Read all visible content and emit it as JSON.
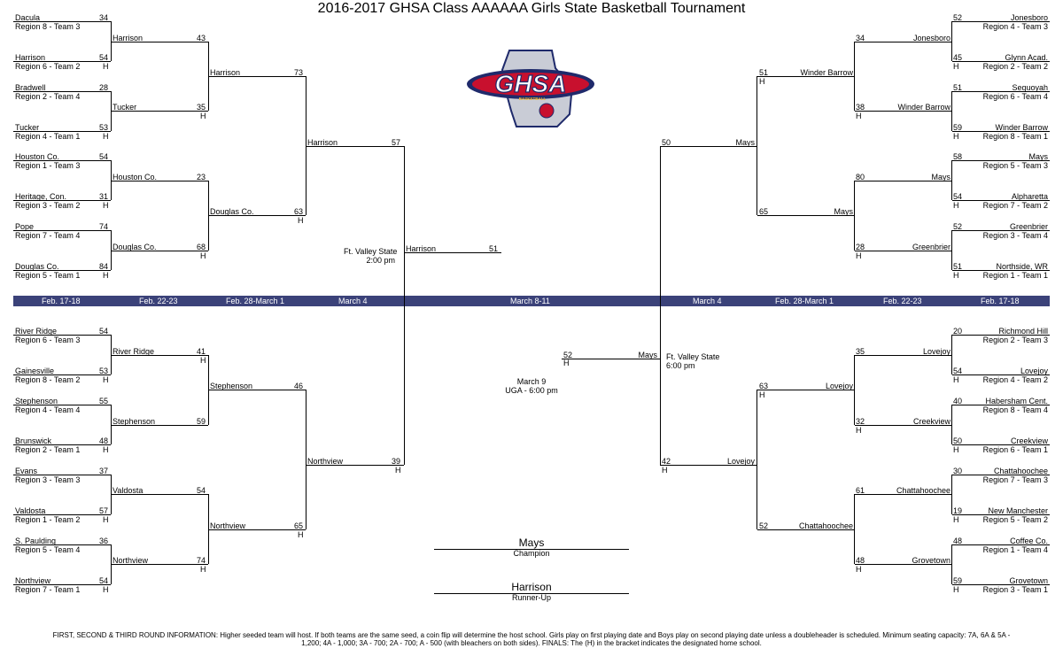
{
  "title": "2016-2017 GHSA Class AAAAAA Girls State Basketball Tournament",
  "logo_text": "GHSA",
  "logo_subtext": "BASKETBALL",
  "colors": {
    "band": "#3b4279",
    "logo_navy": "#1f2a6b",
    "logo_red": "#c8102e",
    "logo_gold": "#f2b824"
  },
  "dates": {
    "left": [
      "Feb. 17-18",
      "Feb. 22-23",
      "Feb. 28-March 1",
      "March 4"
    ],
    "center": "March 8-11",
    "right": [
      "March 4",
      "Feb. 28-March 1",
      "Feb. 22-23",
      "Feb. 17-18"
    ]
  },
  "r1": [
    "Dacula",
    "Region 8 - Team 3",
    "34",
    "Harrison",
    "Region 6 - Team 2",
    "54",
    "H",
    "Bradwell",
    "Region 2 - Team 4",
    "28",
    "Tucker",
    "Region 4 - Team 1",
    "53",
    "H",
    "Houston Co.",
    "Region 1 - Team 3",
    "54",
    "Heritage, Con.",
    "Region 3 - Team 2",
    "31",
    "H",
    "Pope",
    "Region 7 - Team 4",
    "74",
    "Douglas Co.",
    "Region 5 - Team 1",
    "84",
    "H",
    "River Ridge",
    "Region 6 - Team 3",
    "54",
    "Gainesville",
    "Region 8 - Team 2",
    "53",
    "H",
    "Stephenson",
    "Region 4 - Team 4",
    "55",
    "Brunswick",
    "Region 2 - Team 1",
    "48",
    "H",
    "Evans",
    "Region 3 - Team 3",
    "37",
    "Valdosta",
    "Region 1 - Team 2",
    "57",
    "H",
    "S. Paulding",
    "Region 5 - Team 4",
    "36",
    "Northview",
    "Region 7 - Team 1",
    "54",
    "H",
    "Jonesboro",
    "Region 4 - Team 3",
    "52",
    "Glynn Acad.",
    "Region 2 - Team 2",
    "45",
    "H",
    "Sequoyah",
    "Region 6 - Team 4",
    "51",
    "Winder Barrow",
    "Region 8 - Team 1",
    "59",
    "H",
    "Mays",
    "Region 5 - Team 3",
    "58",
    "Alpharetta",
    "Region 7 - Team 2",
    "54",
    "H",
    "Greenbrier",
    "Region 3 - Team 4",
    "52",
    "Northside, WR",
    "Region 1 - Team 1",
    "51",
    "H",
    "Richmond Hill",
    "Region 2 - Team 3",
    "20",
    "Lovejoy",
    "Region 4 - Team 2",
    "54",
    "H",
    "Habersham Cent.",
    "Region 8 - Team 4",
    "40",
    "Creekview",
    "Region 6 - Team 1",
    "50",
    "H",
    "Chattahoochee",
    "Region 7 - Team 3",
    "30",
    "New Manchester",
    "Region 5 - Team 2",
    "19",
    "H",
    "Coffee Co.",
    "Region 1 - Team 4",
    "48",
    "Grovetown",
    "Region 3 - Team 1",
    "59",
    "H"
  ],
  "r2": [
    "Harrison",
    "43",
    "Tucker",
    "35",
    "H",
    "Houston Co.",
    "23",
    "Douglas Co.",
    "68",
    "H",
    "River Ridge",
    "41",
    "H",
    "Stephenson",
    "59",
    "Valdosta",
    "54",
    "Northview",
    "74",
    "H",
    "Jonesboro",
    "34",
    "Winder Barrow",
    "38",
    "H",
    "Mays",
    "80",
    "Greenbrier",
    "28",
    "H",
    "Lovejoy",
    "35",
    "Creekview",
    "32",
    "H",
    "Chattahoochee",
    "61",
    "Grovetown",
    "48",
    "H"
  ],
  "r3": [
    "Harrison",
    "73",
    "Douglas Co.",
    "63",
    "H",
    "Stephenson",
    "46",
    "Northview",
    "65",
    "H",
    "Winder Barrow",
    "51",
    "H",
    "Mays",
    "65",
    "Lovejoy",
    "63",
    "H",
    "Chattahoochee",
    "52"
  ],
  "r4": [
    "Harrison",
    "57",
    "Northview",
    "39",
    "H",
    "Mays",
    "50",
    "Lovejoy",
    "42",
    "H"
  ],
  "semis": {
    "left_site": "Ft. Valley State",
    "left_time": "2:00 pm",
    "right_site": "Ft. Valley State",
    "right_time": "6:00 pm",
    "left_team": "Harrison",
    "left_score": "51",
    "right_team": "Mays",
    "right_score": "52",
    "right_host": "H"
  },
  "final": {
    "date": "March 9",
    "site": "UGA - 6:00 pm"
  },
  "champion": {
    "name": "Mays",
    "label": "Champion"
  },
  "runner_up": {
    "name": "Harrison",
    "label": "Runner-Up"
  },
  "footer_line1": "FIRST, SECOND & THIRD ROUND INFORMATION:  Higher seeded team will host. If both teams are the same seed, a coin flip will determine the host school. Girls play on first playing date and Boys play on second playing date unless a doubleheader is scheduled. Minimum seating capacity: 7A, 6A & 5A -",
  "footer_line2": "1,200; 4A - 1,000; 3A - 700; 2A - 700; A - 500 (with bleachers on both sides). FINALS: The (H) in the bracket indicates the designated home school."
}
